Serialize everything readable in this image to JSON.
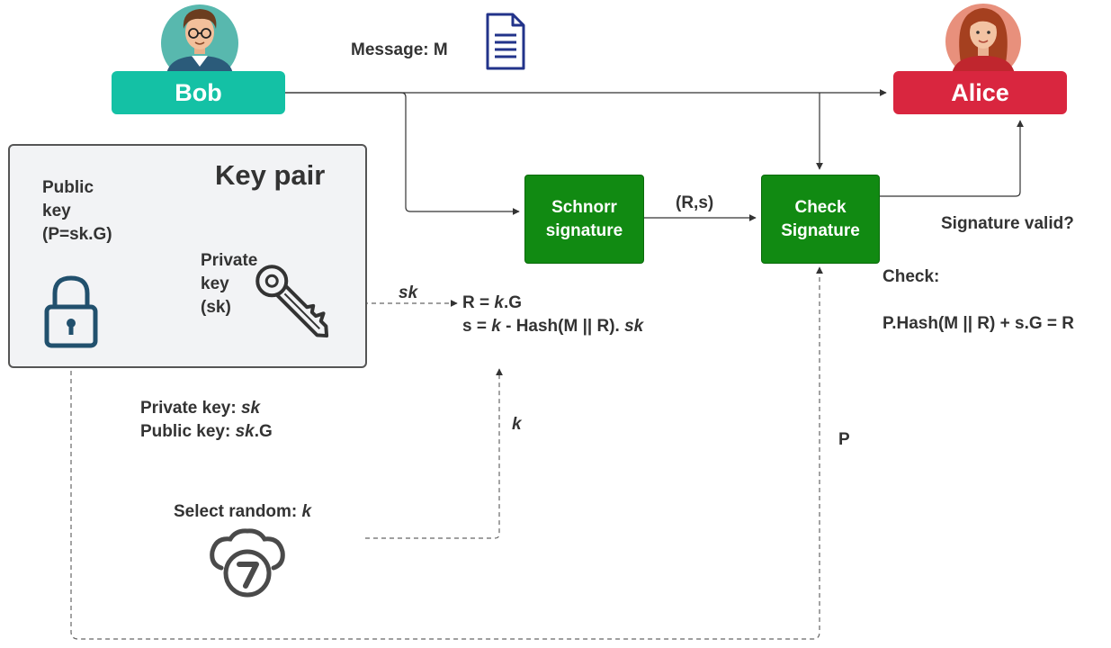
{
  "actors": {
    "bob": {
      "label": "Bob",
      "color": "#14c1a5",
      "icon": "man-avatar-icon"
    },
    "alice": {
      "label": "Alice",
      "color": "#d9263f",
      "icon": "woman-avatar-icon"
    }
  },
  "message": {
    "label": "Message: M",
    "icon": "document-icon"
  },
  "key_pair": {
    "title": "Key pair",
    "public_key_lines": [
      "Public",
      "key",
      "(P=sk.G)"
    ],
    "private_key_lines": [
      "Private",
      "key",
      "(sk)"
    ],
    "icons": [
      "padlock-icon",
      "key-icon"
    ]
  },
  "schnorr": {
    "lines": [
      "Schnorr",
      "signature"
    ],
    "color": "#118a12"
  },
  "check_signature": {
    "lines": [
      "Check",
      "Signature"
    ],
    "color": "#118a12"
  },
  "edge_labels": {
    "rs": "(R,s)",
    "sk": "sk",
    "k": "k",
    "p": "P"
  },
  "signature_valid": "Signature valid?",
  "equations": {
    "r_pre": "R = ",
    "r_k": "k",
    "r_post": ".G",
    "s_pre": "s = ",
    "s_k": "k",
    "s_mid": " - Hash(M || R). ",
    "s_sk": "sk"
  },
  "check": {
    "label": "Check:",
    "formula": "P.Hash(M || R) + s.G = R"
  },
  "keys_summary": {
    "private_pre": "Private key: ",
    "private_var": "sk",
    "public_pre": "Public key: ",
    "public_var": "sk",
    "public_post": ".G"
  },
  "random": {
    "pre": "Select random: ",
    "var": "k",
    "icon": "dice-seven-icon"
  }
}
